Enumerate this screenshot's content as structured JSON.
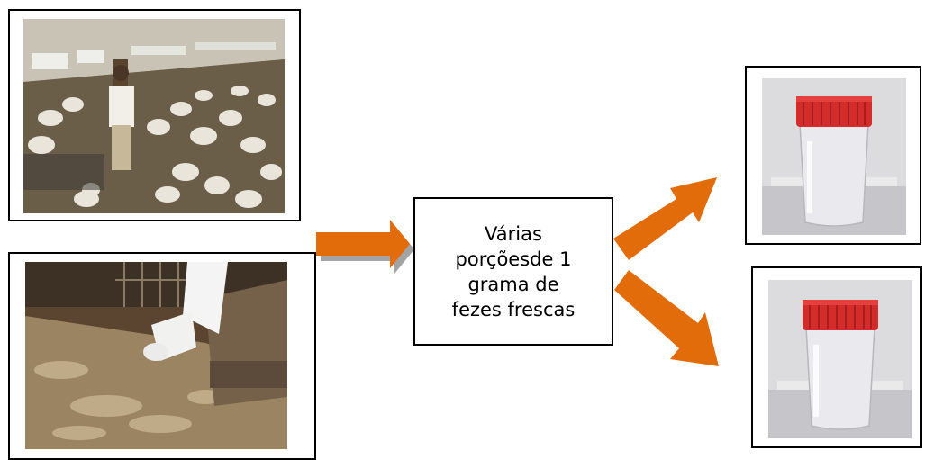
{
  "center_box": {
    "lines": [
      "Várias",
      "porçõesde 1",
      "grama de",
      "fezes frescas"
    ]
  },
  "photos": {
    "top_left": "poultry-house",
    "bottom_left": "feces-collection",
    "top_right": "sample-container",
    "bottom_right": "sample-container"
  },
  "colors": {
    "arrow": "#e36c0a",
    "cap": "#d42b2b",
    "border": "#000000"
  }
}
